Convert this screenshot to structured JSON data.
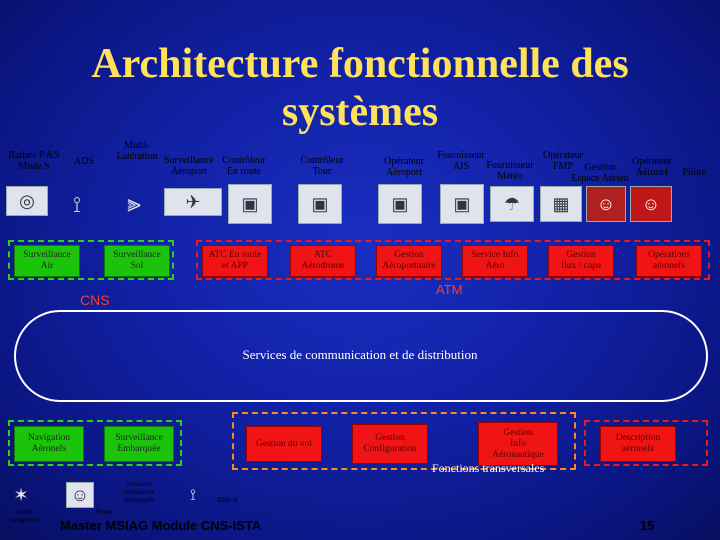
{
  "title": "Architecture fonctionnelle des systèmes",
  "top_labels": {
    "radars": "Radars P &S\nMode S",
    "ads": "ADS",
    "multi": "Multi-\nLatération",
    "surv_aeroport": "Surveillance\nAéroport",
    "ctrl_enroute": "Contrôleur\nEn route",
    "ctrl_tour": "Contrôleur\nTour",
    "op_aeroport": "Opérateur\nAéroport",
    "fournisseur_ais": "Fournisseur\nAIS",
    "fournisseur_meteo": "Fournisseur\nMétéo",
    "op_fmp": "Opérateur\nFMP",
    "gestion_espace": "Gestion\nEspace Aérien",
    "op_aeronef": "Opérateur\nAéronef",
    "pilote": "Pilote"
  },
  "upper_boxes": {
    "surv_air": "Surveillance\nAir",
    "surv_sol": "Surveillance\nSol",
    "atc_enroute": "ATC En route\net APP",
    "atc_aerodrome": "ATC\nAérodrome",
    "gestion_aeroportuaire": "Gestion\nAéroportuaire",
    "service_info_aero": "Service Info\nAéro",
    "gestion_flux": "Gestion\nflux / capa",
    "operations_aeronefs": "Opérations\naéronefs"
  },
  "group_labels": {
    "cns": "CNS",
    "atm": "ATM",
    "transversales": "Fonctions transversales"
  },
  "bus_label": "Services de communication et de distribution",
  "lower_boxes": {
    "nav_aeronefs": "Navigation\nAéronefs",
    "surv_embarquee": "Surveillance\nEmbarquée",
    "gestion_vol": "Gestion du vol",
    "gestion_config": "Gestion\nConfiguration",
    "gestion_info_aero": "Gestion\nInfo\nAéronautique",
    "description_aeronefs": "Description\naéronefs"
  },
  "bottom_labels": {
    "aides_nav": "Aides\nnavigation",
    "senseurs": "Senseurs\nutilisateurs\nembarqués",
    "pilote": "Pilote",
    "adsb": "ADS-B"
  },
  "footer": {
    "course": "Master MSIAG Module CNS-ISTA",
    "page": "15"
  },
  "icons": {
    "radar": "radar-icon",
    "antenna": "antenna-icon",
    "airport": "airport-icon",
    "workstation": "workstation-icon",
    "weather": "weather-icon",
    "people": "people-icon"
  }
}
